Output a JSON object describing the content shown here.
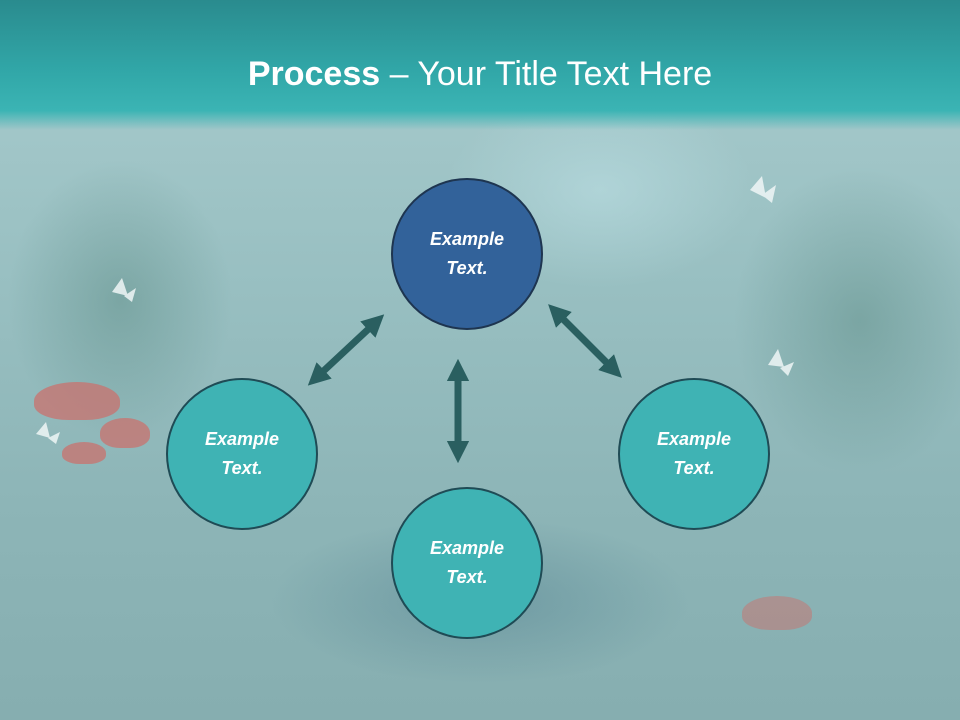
{
  "slide": {
    "title_bold": "Process",
    "title_rest": " – Your Title Text Here"
  },
  "nodes": {
    "top": {
      "line1": "Example",
      "line2": "Text."
    },
    "left": {
      "line1": "Example",
      "line2": "Text."
    },
    "right": {
      "line1": "Example",
      "line2": "Text."
    },
    "bottom": {
      "line1": "Example",
      "line2": "Text."
    }
  },
  "colors": {
    "header": "#31a7a8",
    "top_node": "#32629a",
    "teal_node": "#3fb3b4",
    "arrow": "#2a5f60"
  }
}
